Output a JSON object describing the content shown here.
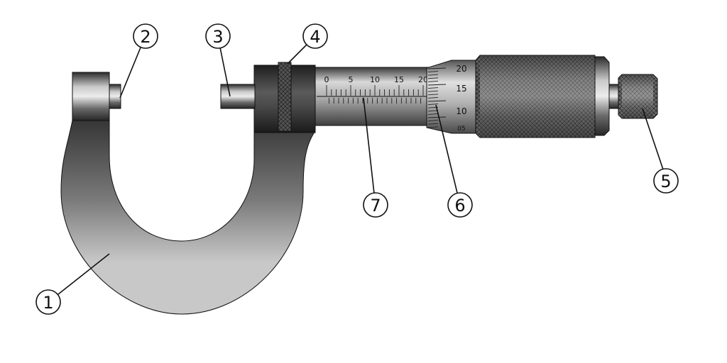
{
  "callouts": [
    {
      "id": "frame",
      "label": "1"
    },
    {
      "id": "anvil",
      "label": "2"
    },
    {
      "id": "spindle",
      "label": "3"
    },
    {
      "id": "lock-nut",
      "label": "4"
    },
    {
      "id": "ratchet",
      "label": "5"
    },
    {
      "id": "thimble",
      "label": "6"
    },
    {
      "id": "sleeve",
      "label": "7"
    }
  ],
  "sleeve_scale": [
    "0",
    "5",
    "10",
    "15",
    "20"
  ],
  "thimble_scale": [
    "20",
    "15",
    "10",
    "05"
  ]
}
